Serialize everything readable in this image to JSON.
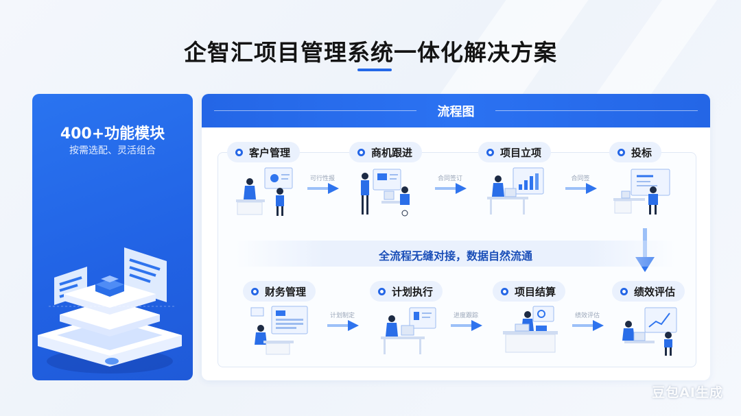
{
  "title": "企智汇项目管理系统一体化解决方案",
  "left_panel": {
    "title": "400+功能模块",
    "subtitle": "按需选配、灵活组合"
  },
  "right_panel": {
    "header_title": "流程图",
    "top_row": [
      {
        "label": "客户管理"
      },
      {
        "label": "商机跟进"
      },
      {
        "label": "项目立项"
      },
      {
        "label": "投标"
      }
    ],
    "top_arrows": [
      "可行性报",
      "合同签订",
      "合同签"
    ],
    "banner": "全流程无缝对接，数据自然流通",
    "bottom_row": [
      {
        "label": "财务管理"
      },
      {
        "label": "计划执行"
      },
      {
        "label": "项目结算"
      },
      {
        "label": "绩效评估"
      }
    ],
    "bottom_arrows": [
      "计划制定",
      "进度跟踪",
      "绩效评估"
    ]
  },
  "watermark": "豆包AI生成",
  "colors": {
    "accent": "#2466e6",
    "pill_bg": "#eaf1fd",
    "banner_text": "#1b4fb8"
  }
}
